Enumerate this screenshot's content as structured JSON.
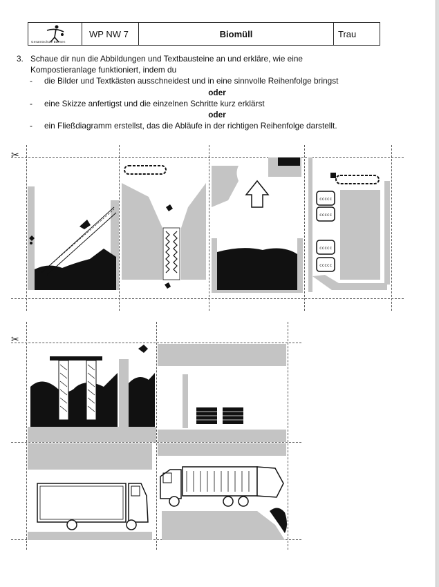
{
  "header": {
    "logo_text": "Gesamtschule Barmen",
    "code": "WP NW 7",
    "title": "Biomüll",
    "author": "Trau"
  },
  "task": {
    "number": "3.",
    "intro_line1": "Schaue dir nun die Abbildungen und Textbausteine an und erkläre, wie eine",
    "intro_line2": "Kompostieranlage funktioniert, indem du",
    "dash": "-",
    "option1": "die Bilder und Textkästen ausschneidest und in eine sinnvolle Reihenfolge bringst",
    "or1": "oder",
    "option2": "eine Skizze anfertigst und die einzelnen Schritte kurz erklärst",
    "or2": "oder",
    "option3": "ein Fließdiagramm erstellst, das die Abläufe in der richtigen Reihenfolge darstellt."
  },
  "icons": {
    "scissors": "✂"
  },
  "colors": {
    "gray": "#c4c4c4",
    "black": "#111111",
    "line": "#555555"
  }
}
